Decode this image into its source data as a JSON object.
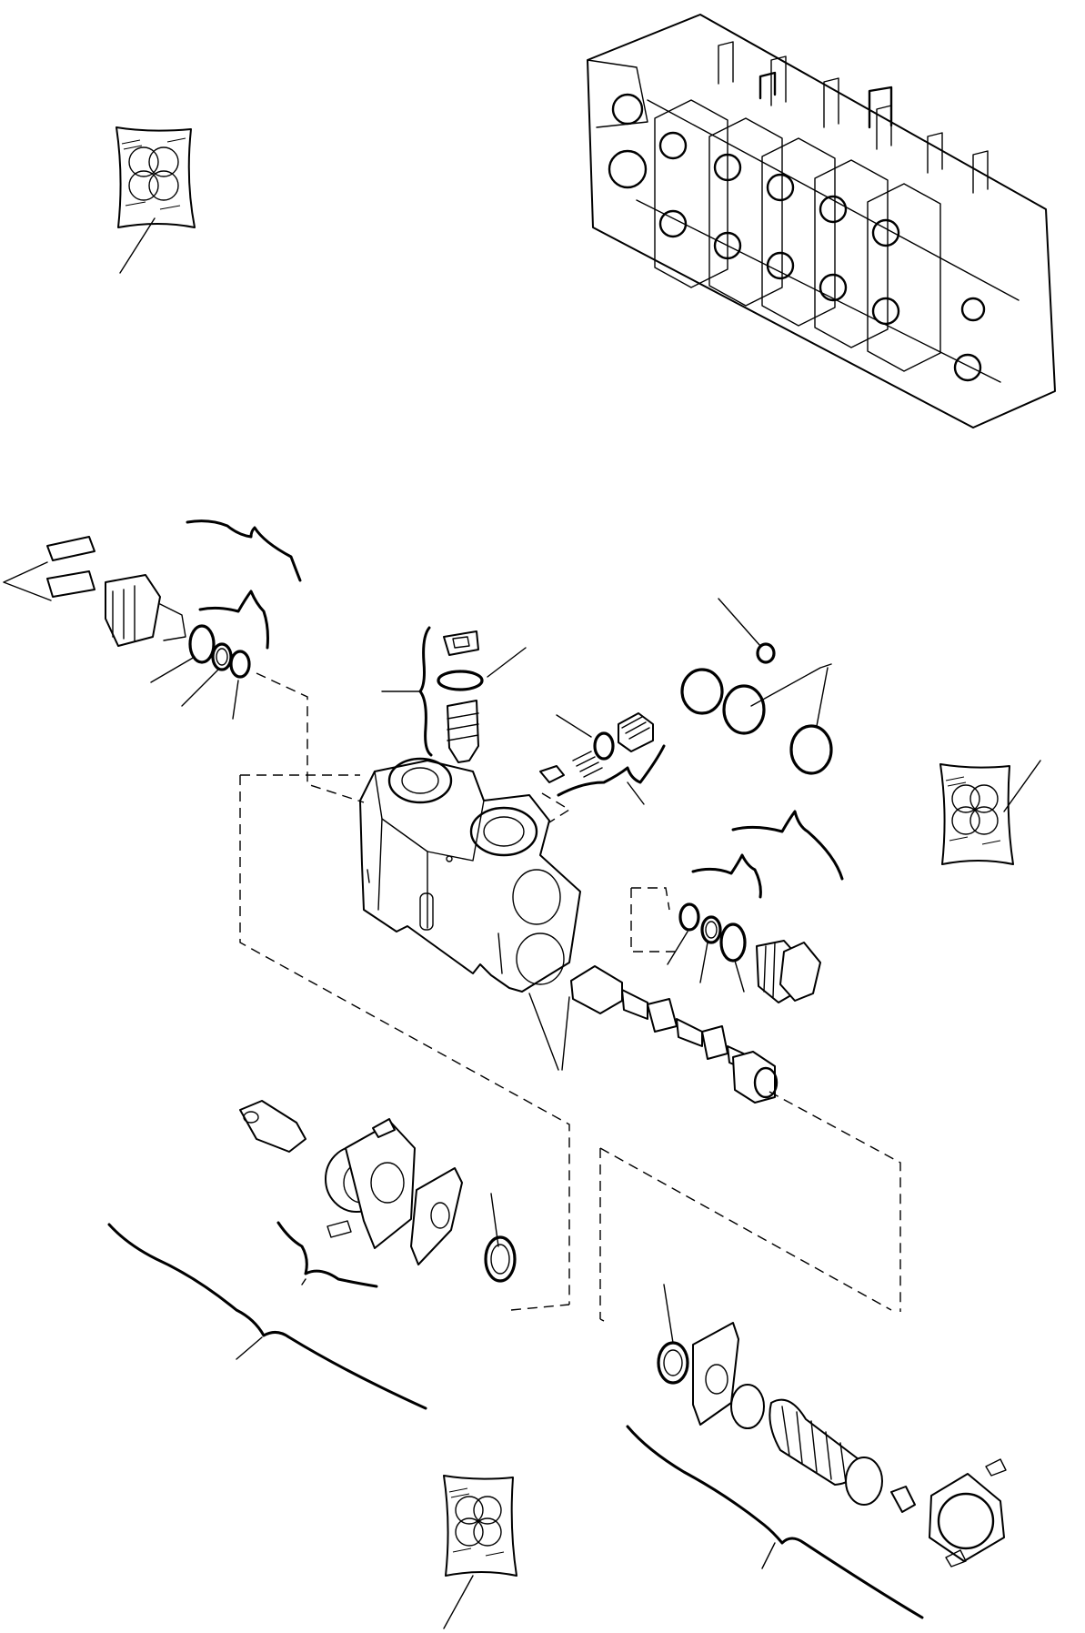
{
  "diagram": {
    "kind": "exploded-parts-view",
    "subject_icons": [
      "control-valve-assembly",
      "valve-section-body",
      "spool",
      "relief-valve",
      "spring-return-cap",
      "seal-kit"
    ],
    "callout_count": 24,
    "labels": []
  }
}
